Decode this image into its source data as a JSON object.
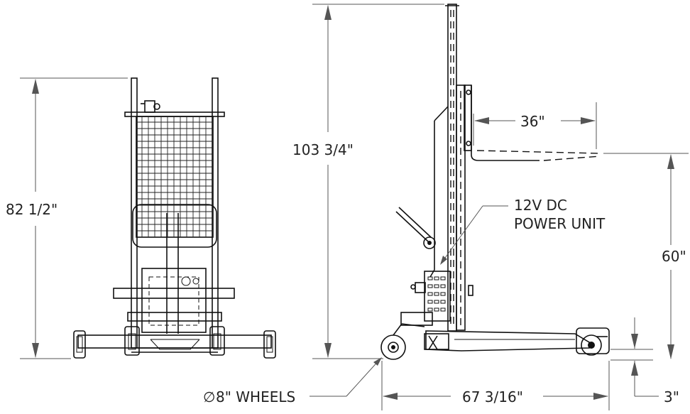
{
  "dimensions": {
    "front_height": "82 1/2\"",
    "overall_height": "103 3/4\"",
    "fork_length": "36\"",
    "lift_height": "60\"",
    "overall_length": "67 3/16\"",
    "ground_clearance": "3\""
  },
  "callouts": {
    "power_unit_line1": "12V DC",
    "power_unit_line2": "POWER UNIT",
    "wheels_symbol": "∅",
    "wheels": "8\" WHEELS"
  }
}
